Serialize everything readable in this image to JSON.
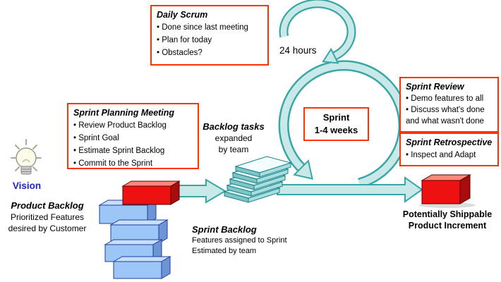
{
  "boxes": {
    "daily_scrum": {
      "title": "Daily Scrum",
      "items": [
        "• Done since last meeting",
        "• Plan for today",
        "• Obstacles?"
      ]
    },
    "sprint_planning": {
      "title": "Sprint Planning Meeting",
      "items": [
        "• Review Product Backlog",
        "• Sprint Goal",
        "• Estimate Sprint Backlog",
        "• Commit to the Sprint"
      ]
    },
    "sprint": {
      "title": "Sprint",
      "subtitle": "1-4 weeks"
    },
    "sprint_review": {
      "title": "Sprint Review",
      "items": [
        "• Demo features to all",
        "• Discuss what's done and what wasn't done"
      ]
    },
    "sprint_retrospective": {
      "title": "Sprint Retrospective",
      "items": [
        "• Inspect and Adapt"
      ]
    }
  },
  "labels": {
    "24_hours": "24 hours",
    "vision": "Vision",
    "backlog_tasks": {
      "title": "Backlog tasks",
      "line1": "expanded",
      "line2": "by team"
    },
    "product_backlog": {
      "title": "Product Backlog",
      "line1": "Prioritized Features",
      "line2": "desired by Customer"
    },
    "sprint_backlog": {
      "title": "Sprint Backlog",
      "line1": "Features assigned to Sprint",
      "line2": "Estimated by team"
    },
    "shippable": {
      "line1": "Potentially Shippable",
      "line2": "Product Increment"
    }
  },
  "colors": {
    "box_border": "#ff3300",
    "loop_fill": "#c9e9e9",
    "loop_stroke": "#3aa6a6",
    "vision_text": "#2222cc",
    "product_increment_red": "#ee1111",
    "backlog_block_blue": "#9cc6f5"
  }
}
